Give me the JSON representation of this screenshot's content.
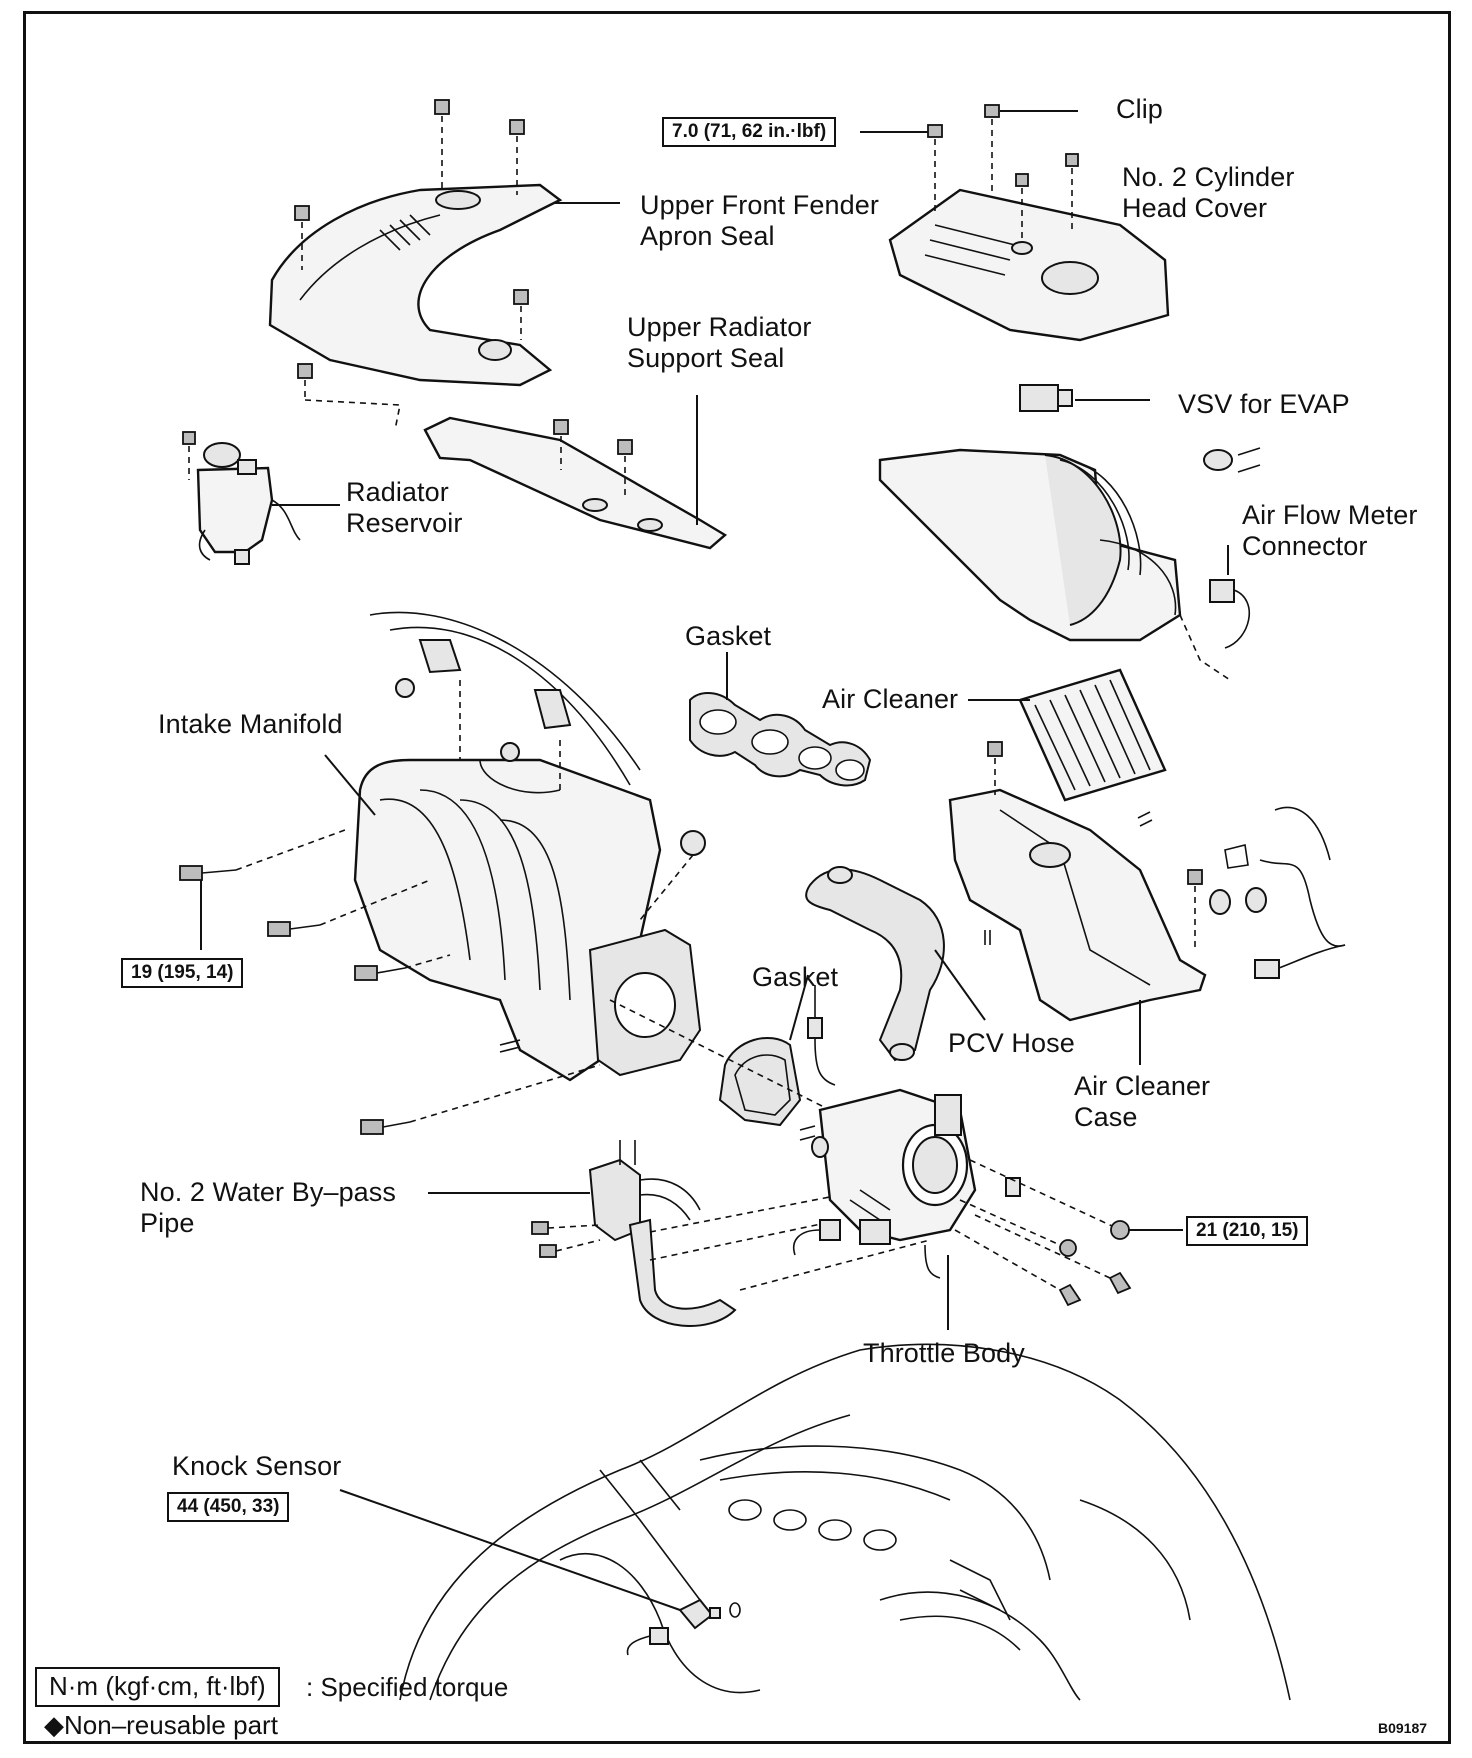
{
  "labels": {
    "clip": "Clip",
    "head_cover": "No. 2 Cylinder\nHead Cover",
    "fender_seal": "Upper Front Fender\nApron Seal",
    "radiator_support_seal": "Upper Radiator\nSupport Seal",
    "vsv": "VSV for EVAP",
    "radiator_reservoir": "Radiator\nReservoir",
    "air_flow_meter": "Air Flow Meter\nConnector",
    "gasket_top": "Gasket",
    "air_cleaner": "Air Cleaner",
    "intake_manifold": "Intake Manifold",
    "gasket_mid": "Gasket",
    "pcv_hose": "PCV Hose",
    "air_cleaner_case": "Air Cleaner\nCase",
    "water_bypass": "No. 2 Water By–pass\nPipe",
    "throttle_body": "Throttle Body",
    "knock_sensor": "Knock Sensor"
  },
  "torques": {
    "head_cover": "7.0 (71, 62 in.·lbf)",
    "manifold": "19 (195, 14)",
    "throttle": "21 (210, 15)",
    "knock": "44 (450, 33)"
  },
  "legend": {
    "unit": "N·m (kgf·cm, ft·lbf)",
    "unit_desc": ": Specified torque",
    "non_reusable": "◆Non–reusable part"
  },
  "figure_code": "B09187"
}
